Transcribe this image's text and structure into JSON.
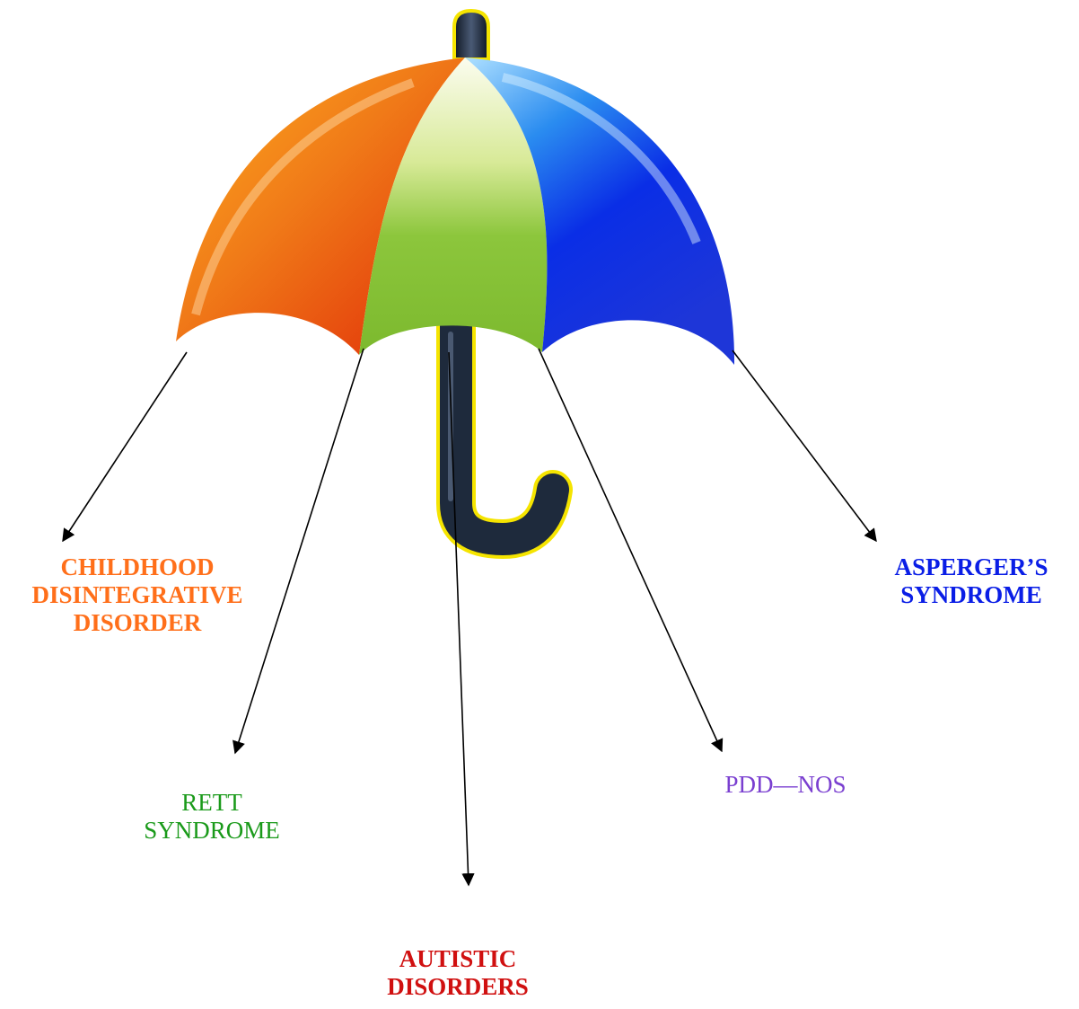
{
  "colors": {
    "red_orange": "#e8400c",
    "orange": "#f07820",
    "yellow_green": "#8cc63c",
    "blue": "#1432e6",
    "handle": "#1e2a3c",
    "outline_yellow": "#f5e400",
    "childhood_text": "#ff6f1a",
    "rett_text": "#1a9a1a",
    "autistic_text": "#d01010",
    "pdd_text": "#7a3fd0",
    "asperger_text": "#0a1ee6"
  },
  "labels": {
    "childhood": [
      "CHILDHOOD",
      "DISINTEGRATIVE",
      "DISORDER"
    ],
    "rett": [
      "RETT",
      "SYNDROME"
    ],
    "autistic": [
      "AUTISTIC",
      "DISORDERS"
    ],
    "pdd": [
      "PDD—NOS"
    ],
    "asperger": [
      "ASPERGER’S",
      "SYNDROME"
    ]
  },
  "icons": {
    "umbrella": "umbrella-icon"
  }
}
